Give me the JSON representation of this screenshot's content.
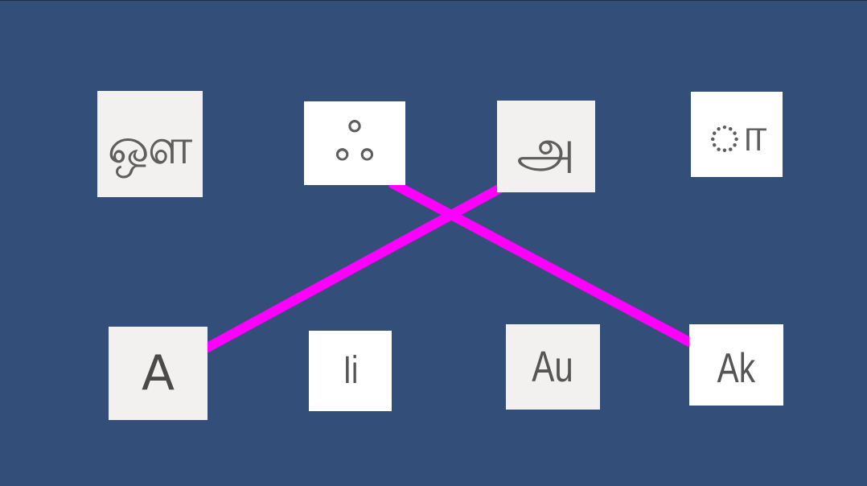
{
  "colors": {
    "background": "#334e79",
    "connector": "#ff00ff",
    "tile": "#f2f1ef"
  },
  "top_row": [
    {
      "id": "top-1",
      "text": "ஔ"
    },
    {
      "id": "top-2",
      "text": "ஃ"
    },
    {
      "id": "top-3",
      "text": "அ"
    },
    {
      "id": "top-4",
      "text": "ா"
    }
  ],
  "bottom_row": [
    {
      "id": "bottom-1",
      "text": "A"
    },
    {
      "id": "bottom-2",
      "text": "Ii"
    },
    {
      "id": "bottom-3",
      "text": "Au"
    },
    {
      "id": "bottom-4",
      "text": "Ak"
    }
  ],
  "matches": [
    {
      "from": "top-2",
      "to": "bottom-4"
    },
    {
      "from": "top-3",
      "to": "bottom-1"
    }
  ]
}
